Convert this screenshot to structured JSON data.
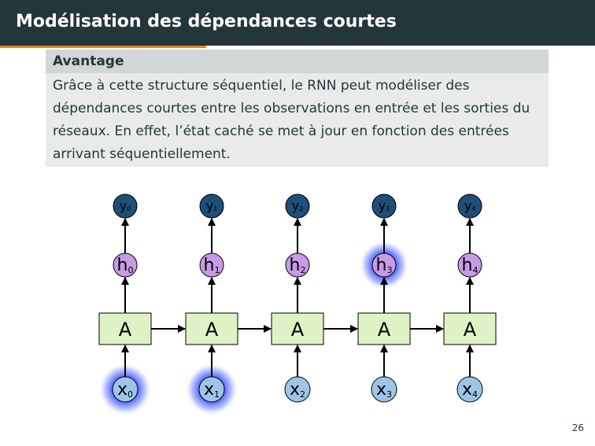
{
  "slide": {
    "title": "Modélisation des dépendances courtes",
    "page_number": "26"
  },
  "block": {
    "title": "Avantage",
    "lines": [
      "Grâce à cette structure séquentiel, le RNN peut modéliser des",
      "dépendances courtes entre les observations en entrée et les sorties du",
      "réseaux.  En effet, l’état caché se met à jour en fonction des entrées",
      "arrivant séquentiellement."
    ]
  },
  "diagram": {
    "cell_label": "A",
    "steps": [
      {
        "input": "x",
        "hidden": "h",
        "output": "y",
        "sub": "0",
        "input_glow": true,
        "hidden_glow": false
      },
      {
        "input": "x",
        "hidden": "h",
        "output": "y",
        "sub": "1",
        "input_glow": true,
        "hidden_glow": false
      },
      {
        "input": "x",
        "hidden": "h",
        "output": "y",
        "sub": "2",
        "input_glow": false,
        "hidden_glow": false
      },
      {
        "input": "x",
        "hidden": "h",
        "output": "y",
        "sub": "3",
        "input_glow": false,
        "hidden_glow": true
      },
      {
        "input": "x",
        "hidden": "h",
        "output": "y",
        "sub": "4",
        "input_glow": false,
        "hidden_glow": false
      }
    ],
    "colors": {
      "input_fill": "#9ec5e8",
      "hidden_fill": "#c79be6",
      "output_fill": "#1f4e79",
      "cell_fill": "#dff2c5",
      "glow": "#2e4bff",
      "stroke": "#000000"
    }
  }
}
